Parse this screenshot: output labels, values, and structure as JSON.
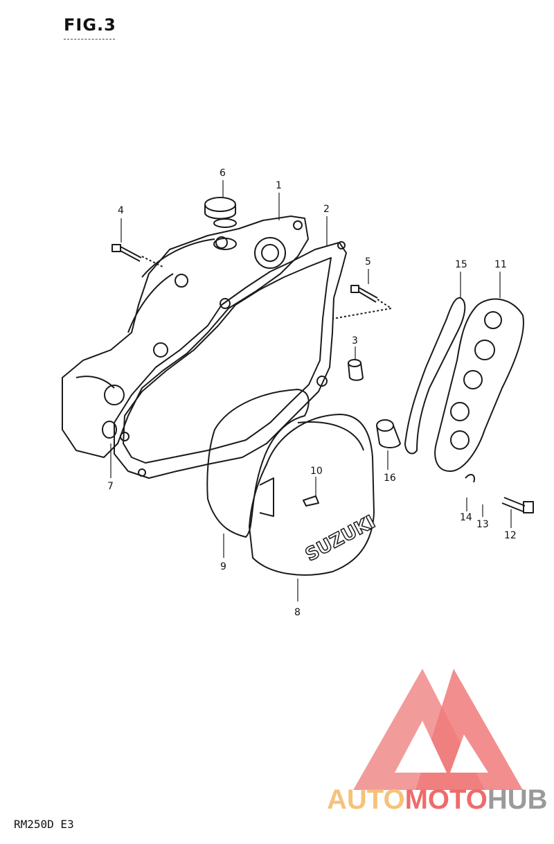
{
  "figure": {
    "title": "FIG.3",
    "model": "RM250D E3"
  },
  "brand": {
    "part1": "AUTO",
    "part2": "MOTO",
    "part3": "HUB"
  },
  "callouts": [
    "1",
    "2",
    "3",
    "4",
    "5",
    "6",
    "7",
    "8",
    "9",
    "10",
    "11",
    "12",
    "13",
    "14",
    "15",
    "16"
  ],
  "cover_emblem": "SUZUKI",
  "colors": {
    "line": "#1a1a1a",
    "logo_red": "#ef6b6b",
    "logo_orange": "#f6c27a",
    "logo_gray": "#9a9a9a"
  }
}
